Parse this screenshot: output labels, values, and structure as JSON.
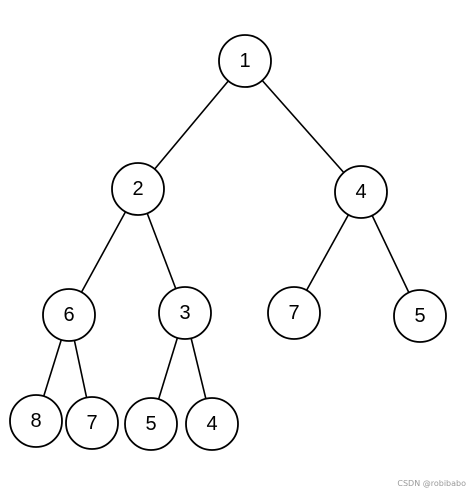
{
  "tree": {
    "nodes": [
      {
        "id": "n1",
        "label": "1"
      },
      {
        "id": "n2",
        "label": "2"
      },
      {
        "id": "n4",
        "label": "4"
      },
      {
        "id": "n6",
        "label": "6"
      },
      {
        "id": "n3",
        "label": "3"
      },
      {
        "id": "n7a",
        "label": "7"
      },
      {
        "id": "n5a",
        "label": "5"
      },
      {
        "id": "n8",
        "label": "8"
      },
      {
        "id": "n7b",
        "label": "7"
      },
      {
        "id": "n5b",
        "label": "5"
      },
      {
        "id": "n4b",
        "label": "4"
      }
    ],
    "edges": [
      [
        "n1",
        "n2"
      ],
      [
        "n1",
        "n4"
      ],
      [
        "n2",
        "n6"
      ],
      [
        "n2",
        "n3"
      ],
      [
        "n4",
        "n7a"
      ],
      [
        "n4",
        "n5a"
      ],
      [
        "n6",
        "n8"
      ],
      [
        "n6",
        "n7b"
      ],
      [
        "n3",
        "n5b"
      ],
      [
        "n3",
        "n4b"
      ]
    ]
  },
  "watermark": "CSDN @robibabo"
}
